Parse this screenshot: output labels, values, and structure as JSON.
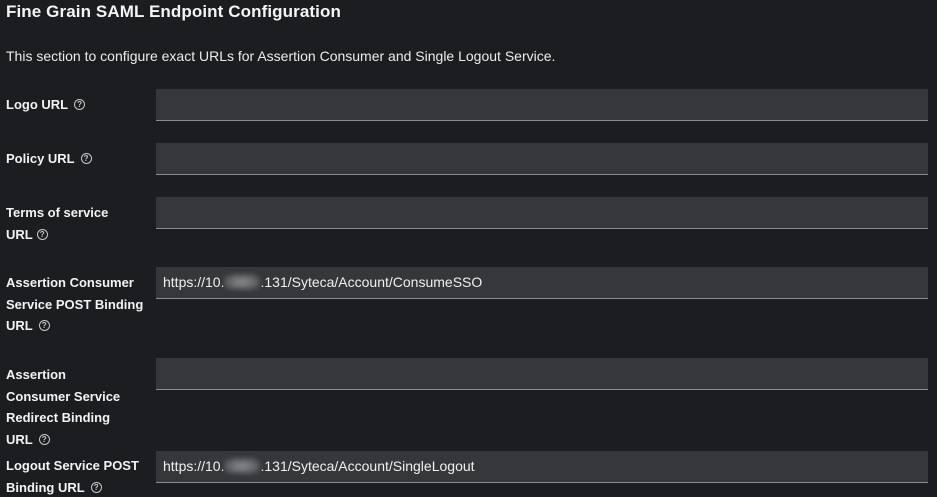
{
  "section": {
    "title": "Fine Grain SAML Endpoint Configuration",
    "description": "This section to configure exact URLs for Assertion Consumer and Single Logout Service."
  },
  "fields": [
    {
      "label": "Logo URL",
      "value": ""
    },
    {
      "label": "Policy URL",
      "value": ""
    },
    {
      "label": "Terms of service URL",
      "value": ""
    },
    {
      "label": "Assertion Consumer Service POST Binding URL",
      "value_prefix": "https://10.",
      "value_suffix": ".131/Syteca/Account/ConsumeSSO"
    },
    {
      "label": "Assertion Consumer Service Redirect Binding URL",
      "value": ""
    },
    {
      "label": "Logout Service POST Binding URL",
      "value_prefix": "https://10.",
      "value_suffix": ".131/Syteca/Account/SingleLogout"
    }
  ],
  "help_icon_glyph": "?",
  "colors": {
    "background": "#1b1d21",
    "input_background": "#36373b",
    "input_underline": "#8a8d90"
  }
}
